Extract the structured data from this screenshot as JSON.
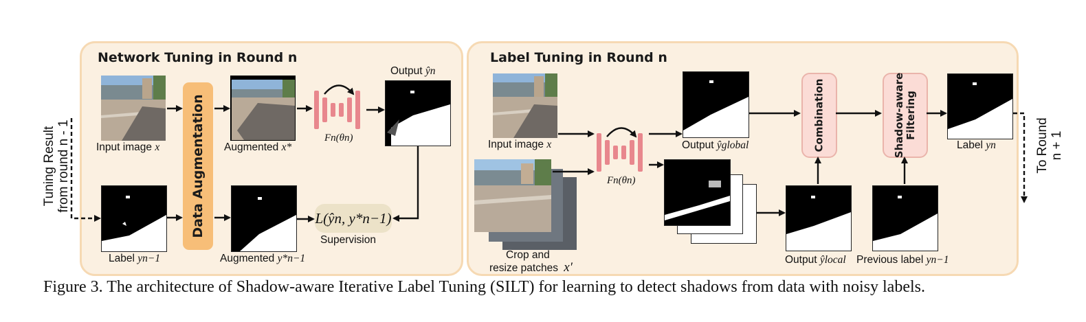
{
  "left_panel": {
    "title": "Network Tuning in Round n",
    "input_image_label": "Input image",
    "input_image_var": "x",
    "augmented_label": "Augmented",
    "augmented_var": "x*",
    "data_augmentation": "Data Augmentation",
    "network_label": "Fn(θn)",
    "output_label": "Output",
    "output_var": "ŷn",
    "label_label": "Label",
    "label_var": "yn−1",
    "augmented_label2": "Augmented",
    "augmented_var2": "y*n−1",
    "loss": "L(ŷn, y*n−1)",
    "supervision": "Supervision"
  },
  "right_panel": {
    "title": "Label Tuning in Round n",
    "input_image_label": "Input image",
    "input_image_var": "x",
    "patches_label_line1": "Crop and",
    "patches_label_line2": "resize patches",
    "patches_var": "x′",
    "network_label": "Fn(θn)",
    "output_global_label": "Output",
    "output_global_var": "ŷglobal",
    "output_local_label": "Output",
    "output_local_var": "ŷlocal",
    "combination": "Combination",
    "filtering_line1": "Shadow-aware",
    "filtering_line2": "Filtering",
    "label_label": "Label",
    "label_var": "yn",
    "previous_label": "Previous label",
    "previous_var": "yn−1"
  },
  "side_left": {
    "line1": "Tuning Result",
    "line2": "from round n - 1"
  },
  "side_right": {
    "line1": "To Round",
    "line2": "n + 1"
  },
  "caption": "Figure 3. The architecture of Shadow-aware Iterative Label Tuning (SILT) for learning to detect shadows from data with noisy labels.",
  "colors": {
    "panel_fill": "#fbf0e1",
    "panel_border": "#f6d9b3",
    "augmentation_fill": "#f7be78",
    "network_bars": "#e8878d",
    "pink_box_fill": "#fbdcd6",
    "loss_fill": "#ece2c8"
  }
}
